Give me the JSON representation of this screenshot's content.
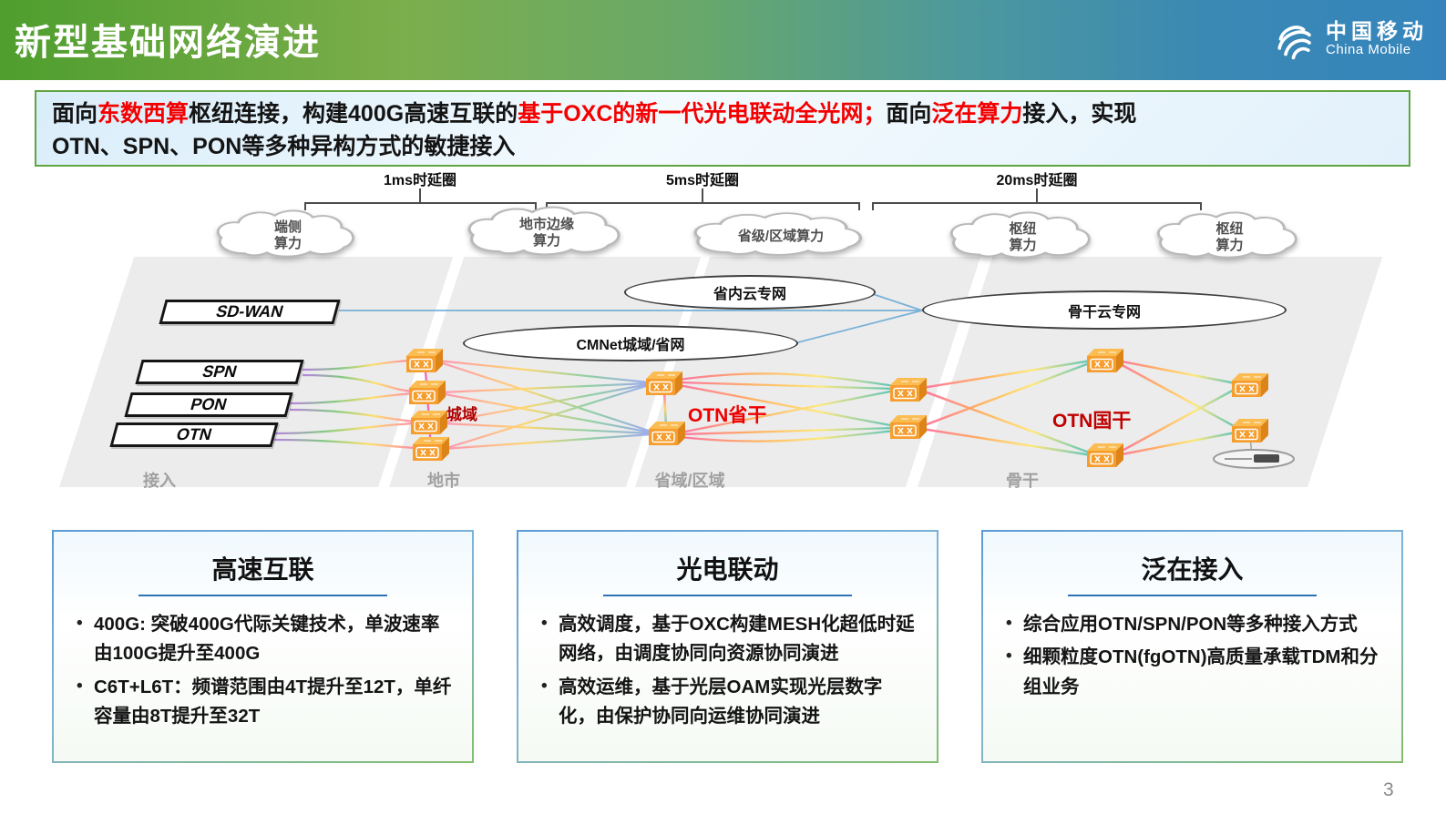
{
  "header": {
    "title": "新型基础网络演进",
    "logo": {
      "zh": "中国移动",
      "en": "China Mobile"
    }
  },
  "intro": {
    "segments": [
      {
        "text": "面向",
        "color": "black"
      },
      {
        "text": "东数西算",
        "color": "red"
      },
      {
        "text": "枢纽连接，构建400G高速互联的",
        "color": "black"
      },
      {
        "text": "基于OXC的新一代光电联动全光网；",
        "color": "red"
      },
      {
        "text": "面向",
        "color": "black"
      },
      {
        "text": "泛在算力",
        "color": "red"
      },
      {
        "text": "接入，实现",
        "color": "black"
      },
      {
        "text": "OTN、SPN、PON等多种异构方式的敏捷接入",
        "color": "black"
      }
    ]
  },
  "latency_rings": [
    {
      "label": "1ms时延圈"
    },
    {
      "label": "5ms时延圈"
    },
    {
      "label": "20ms时延圈"
    }
  ],
  "clouds": [
    {
      "line1": "端侧",
      "line2": "算力"
    },
    {
      "line1": "地市边缘",
      "line2": "算力"
    },
    {
      "line1": "省级/区域算力",
      "line2": ""
    },
    {
      "line1": "枢纽",
      "line2": "算力"
    },
    {
      "line1": "枢纽",
      "line2": "算力"
    }
  ],
  "access_boxes": [
    {
      "label": "SD-WAN"
    },
    {
      "label": "SPN"
    },
    {
      "label": "PON"
    },
    {
      "label": "OTN"
    }
  ],
  "networks": [
    {
      "label": "省内云专网"
    },
    {
      "label": "CMNet城域/省网"
    },
    {
      "label": "骨干云专网"
    }
  ],
  "segment_labels": [
    {
      "label": "城域"
    },
    {
      "label": "OTN省干"
    },
    {
      "label": "OTN国干"
    }
  ],
  "zone_labels": [
    {
      "label": "接入"
    },
    {
      "label": "地市"
    },
    {
      "label": "省域/区域"
    },
    {
      "label": "骨干"
    }
  ],
  "cards": [
    {
      "title": "高速互联",
      "bullets": [
        "400G: 突破400G代际关键技术，单波速率由100G提升至400G",
        "C6T+L6T：频谱范围由4T提升至12T，单纤容量由8T提升至32T"
      ]
    },
    {
      "title": "光电联动",
      "bullets": [
        "高效调度，基于OXC构建MESH化超低时延网络，由调度协同向资源协同演进",
        "高效运维，基于光层OAM实现光层数字化，由保护协同向运维协同演进"
      ]
    },
    {
      "title": "泛在接入",
      "bullets": [
        "综合应用OTN/SPN/PON等多种接入方式",
        "细颗粒度OTN(fgOTN)高质量承载TDM和分组业务"
      ]
    }
  ],
  "page_number": "3",
  "colors": {
    "accent_red": "#F40000",
    "title_green": "#4F9E2E",
    "logo_blue": "#3585BC",
    "card_border_blue": "#5B9BD5",
    "card_border_green": "#70AD47"
  }
}
